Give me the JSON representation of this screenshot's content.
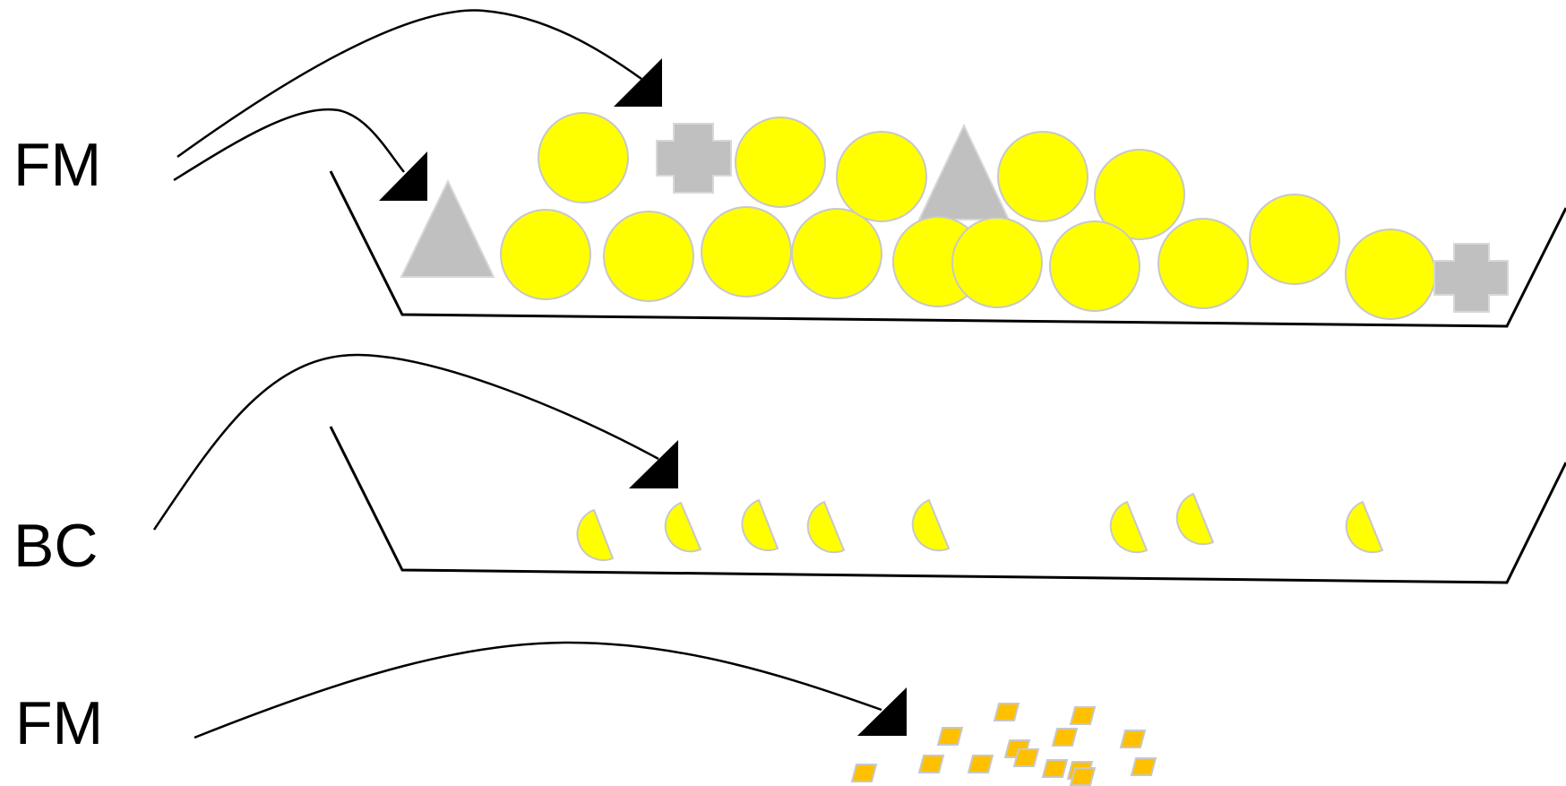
{
  "labels": {
    "row1": "FM",
    "row2": "BC",
    "row3": "FM"
  },
  "colors": {
    "line": "#000000",
    "sphere_fill": "#ffff00",
    "sphere_stroke": "#c8c8c8",
    "shape_gray": "#c0c0c0",
    "shape_gray_stroke": "#d8d8d8",
    "fragment_fill": "#ffc000",
    "fragment_stroke": "#c8c8c8",
    "background": "#ffffff"
  }
}
